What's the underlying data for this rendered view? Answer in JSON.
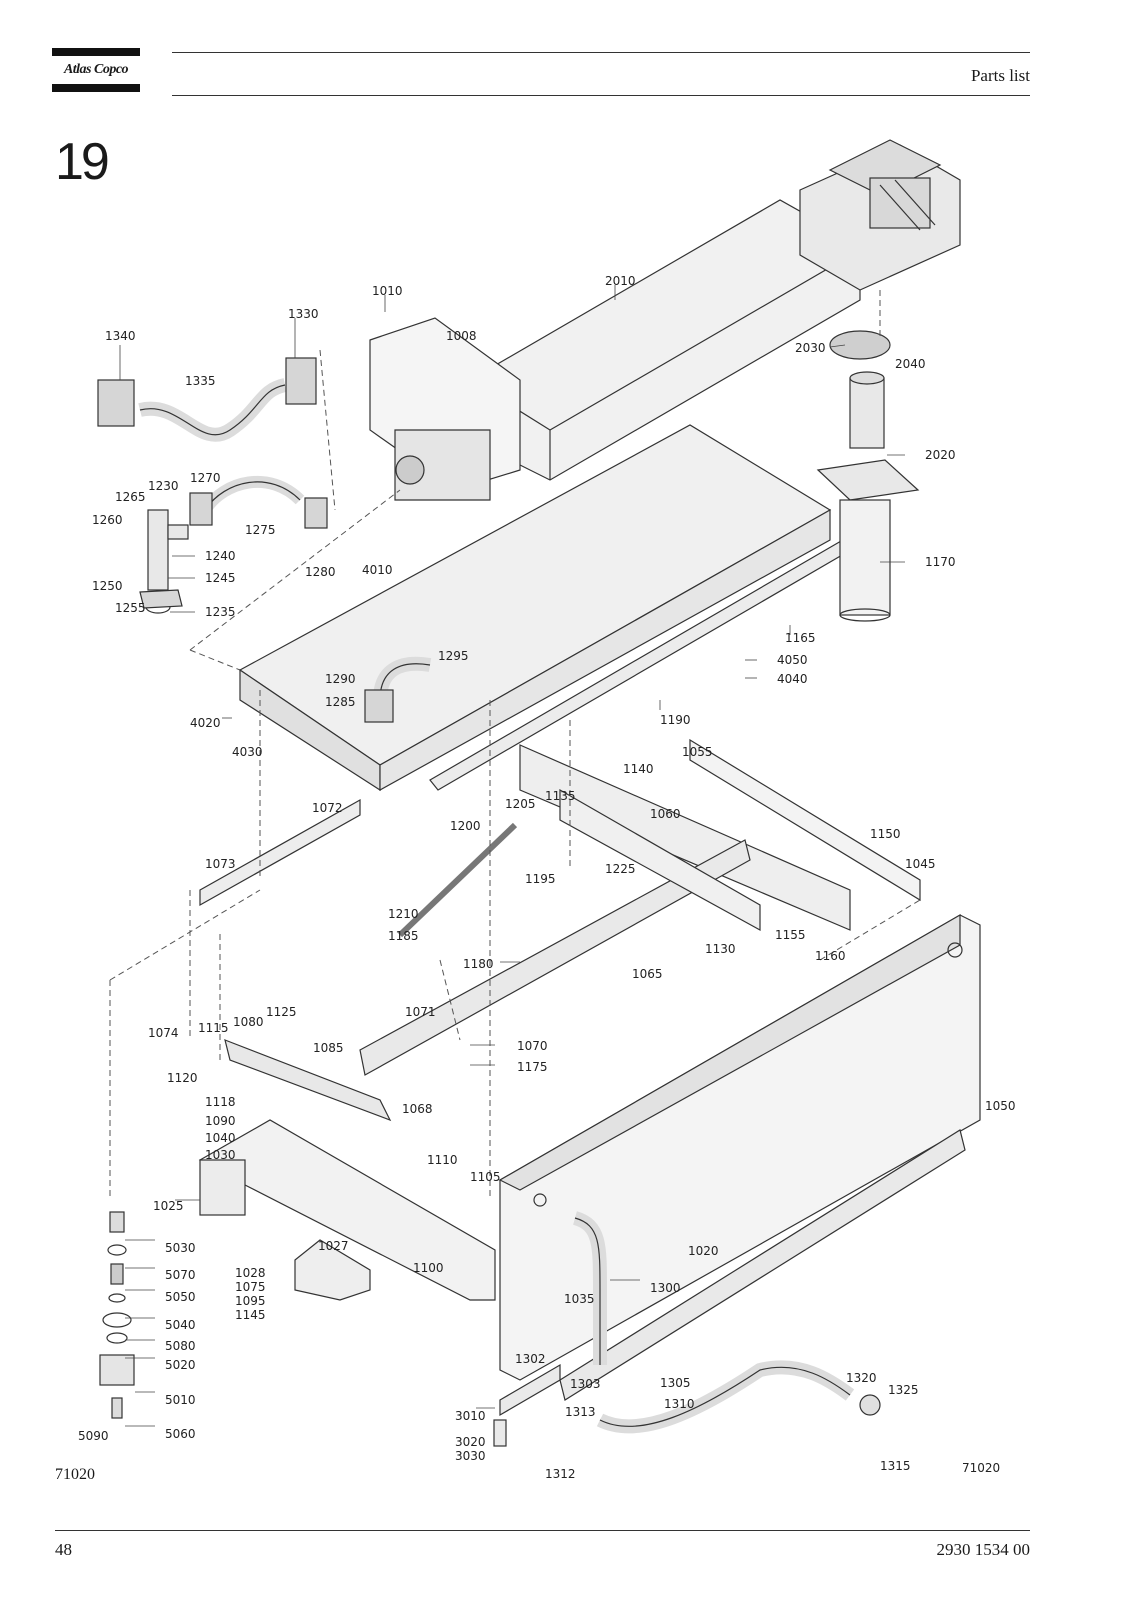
{
  "header": {
    "brand": "Atlas Copco",
    "doc_type": "Parts list"
  },
  "section_number": "19",
  "figure_id": "71020",
  "footer": {
    "page_number": "48",
    "document_number": "2930 1534 00"
  },
  "callouts": {
    "c1340": "1340",
    "c1330": "1330",
    "c1335": "1335",
    "c1010": "1010",
    "c1008": "1008",
    "c2010": "2010",
    "c2030": "2030",
    "c2040": "2040",
    "c2020": "2020",
    "c1170": "1170",
    "c1265": "1265",
    "c1230": "1230",
    "c1270": "1270",
    "c1260": "1260",
    "c1275": "1275",
    "c1240": "1240",
    "c1245": "1245",
    "c1250": "1250",
    "c1255": "1255",
    "c1235": "1235",
    "c1280": "1280",
    "c4010": "4010",
    "c1165": "1165",
    "c4050": "4050",
    "c4040": "4040",
    "c1295": "1295",
    "c1290": "1290",
    "c1285": "1285",
    "c4020": "4020",
    "c4030": "4030",
    "c1190": "1190",
    "c1055": "1055",
    "c1140": "1140",
    "c1135": "1135",
    "c1060": "1060",
    "c1072": "1072",
    "c1205": "1205",
    "c1200": "1200",
    "c1150": "1150",
    "c1045": "1045",
    "c1195": "1195",
    "c1225": "1225",
    "c1073": "1073",
    "c1210": "1210",
    "c1185": "1185",
    "c1130": "1130",
    "c1155": "1155",
    "c1160": "1160",
    "c1180": "1180",
    "c1065": "1065",
    "c1071": "1071",
    "c1070": "1070",
    "c1175": "1175",
    "c1125": "1125",
    "c1074": "1074",
    "c1115": "1115",
    "c1080": "1080",
    "c1085": "1085",
    "c1120": "1120",
    "c1050": "1050",
    "c1118": "1118",
    "c1068": "1068",
    "c1090": "1090",
    "c1040": "1040",
    "c1030": "1030",
    "c1110": "1110",
    "c1105": "1105",
    "c1025": "1025",
    "c5030": "5030",
    "c1027": "1027",
    "c1100": "1100",
    "c1020": "1020",
    "c5070": "5070",
    "c1028": "1028",
    "c1075": "1075",
    "c1095": "1095",
    "c1145": "1145",
    "c5050": "5050",
    "c1300": "1300",
    "c1035": "1035",
    "c5040": "5040",
    "c5080": "5080",
    "c5020": "5020",
    "c1302": "1302",
    "c1303": "1303",
    "c1305": "1305",
    "c1320": "1320",
    "c1325": "1325",
    "c5010": "5010",
    "c3010": "3010",
    "c1313": "1313",
    "c1310": "1310",
    "c5090": "5090",
    "c5060": "5060",
    "c3020": "3020",
    "c3030": "3030",
    "c1312": "1312",
    "c1315": "1315",
    "fig_id_right": "71020"
  }
}
